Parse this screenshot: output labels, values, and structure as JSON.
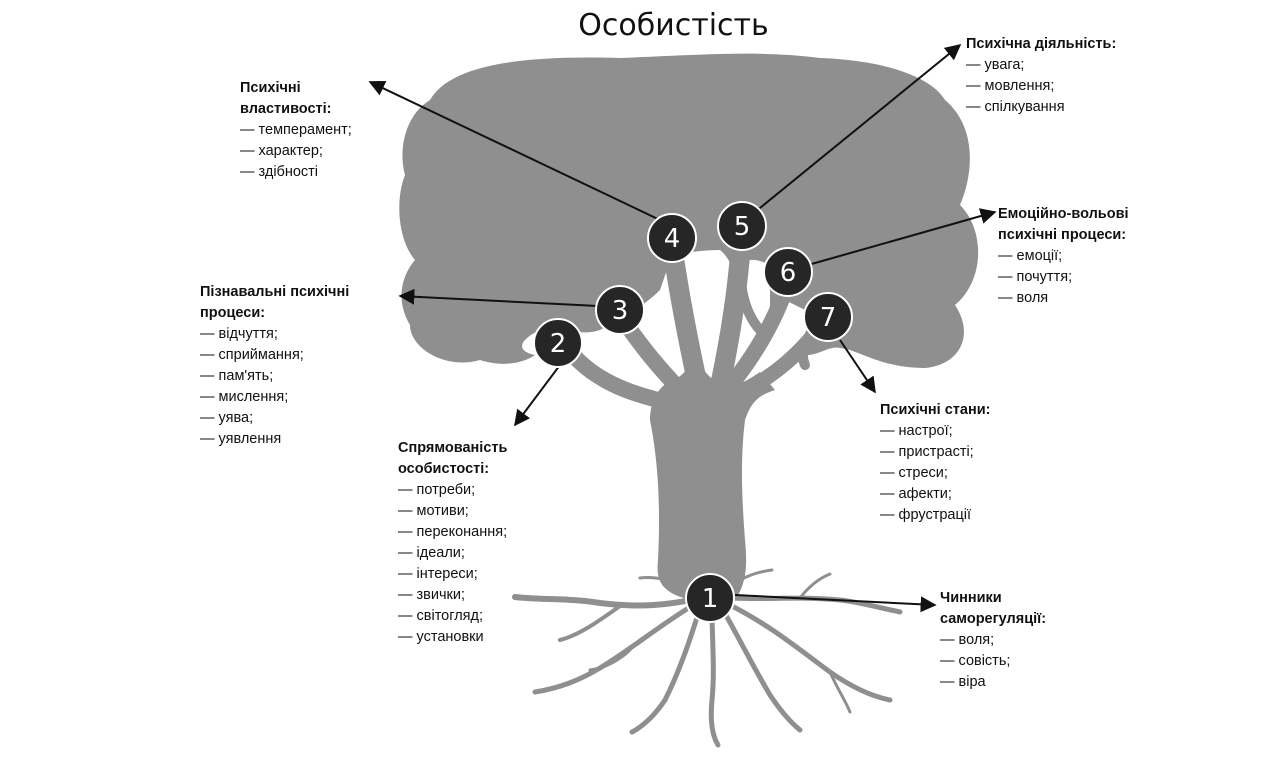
{
  "title": "Особистість",
  "nodes": [
    "1",
    "2",
    "3",
    "4",
    "5",
    "6",
    "7"
  ],
  "groups": {
    "mental_properties": {
      "heading_line1": "Психічні",
      "heading_line2": "властивості:",
      "items": [
        "темперамент;",
        "характер;",
        "здібності"
      ]
    },
    "mental_activity": {
      "heading": "Психічна діяльність:",
      "items": [
        "увага;",
        "мовлення;",
        "спілкування"
      ]
    },
    "emotional_volitional": {
      "heading_line1": "Емоційно-вольові",
      "heading_line2": "психічні процеси:",
      "items": [
        "емоції;",
        "почуття;",
        "воля"
      ]
    },
    "cognitive_processes": {
      "heading_line1": "Пізнавальні психічні",
      "heading_line2": "процеси:",
      "items": [
        "відчуття;",
        "сприймання;",
        "пам'ять;",
        "мислення;",
        "уява;",
        "уявлення"
      ]
    },
    "mental_states": {
      "heading": "Психічні стани:",
      "items": [
        "настрої;",
        "пристрасті;",
        "стреси;",
        "афекти;",
        "фрустрації"
      ]
    },
    "orientation": {
      "heading_line1": "Спрямованість",
      "heading_line2": "особистості:",
      "items": [
        "потреби;",
        "мотиви;",
        "переконання;",
        "ідеали;",
        "інтереси;",
        "звички;",
        "світогляд;",
        "установки"
      ]
    },
    "self_regulation": {
      "heading_line1": "Чинники",
      "heading_line2": "саморегуляції:",
      "items": [
        "воля;",
        "совість;",
        "віра"
      ]
    }
  },
  "colors": {
    "canopy": "#8f8f8f",
    "node_fill": "#262626",
    "arrow": "#111111"
  }
}
